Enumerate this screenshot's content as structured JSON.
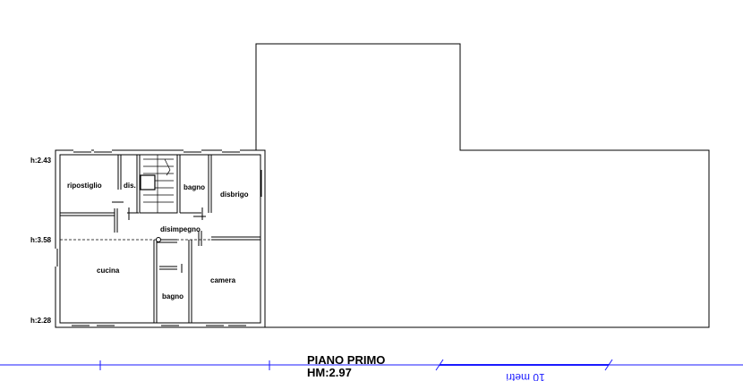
{
  "plan": {
    "title": "PIANO PRIMO",
    "height_note": "HM:2.97",
    "scale_text": "10 metri",
    "heights": [
      "h:2.43",
      "h:3.58",
      "h:2.28"
    ],
    "rooms": {
      "ripostiglio": "ripostiglio",
      "dis": "dis.",
      "bagno_top": "bagno",
      "disbrigo": "disbrigo",
      "disimpegno": "disimpegno",
      "cucina": "cucina",
      "bagno_bottom": "bagno",
      "camera": "camera"
    }
  }
}
